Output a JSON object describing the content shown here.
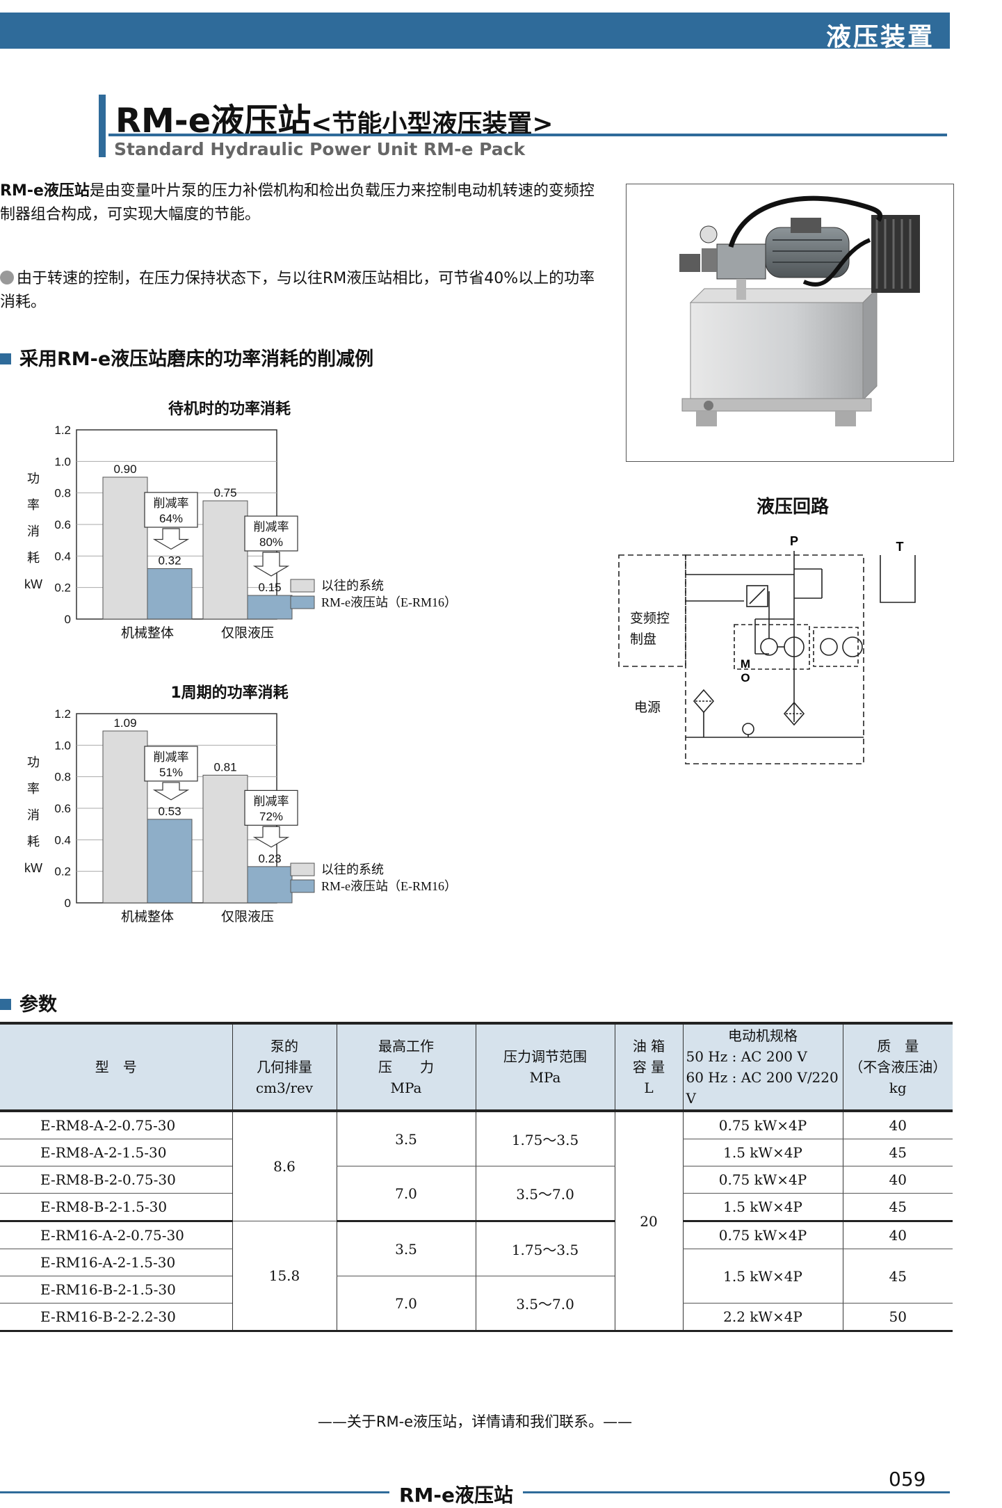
{
  "header": {
    "section_label": "液压装置"
  },
  "title": {
    "main": "RM-e液压站",
    "main_suffix": "<节能小型液压装置>",
    "subtitle": "Standard Hydraulic Power Unit RM-e Pack"
  },
  "intro": {
    "lead": "RM-e液压站",
    "text": "是由变量叶片泵的压力补偿机构和检出负载压力来控制电动机转速的变频控制器组合构成，可实现大幅度的节能。"
  },
  "bullet": "由于转速的控制，在压力保持状态下，与以往RM液压站相比，可节省40%以上的功率消耗。",
  "section_reduction": "采用RM-e液压站磨床的功率消耗的削减例",
  "section_params": "参数",
  "circuit": {
    "title": "液压回路",
    "label_controller": "变频控制盘",
    "label_power": "电源",
    "label_p": "P",
    "label_t": "T",
    "label_m": "M",
    "label_o": "O"
  },
  "chart_data": [
    {
      "type": "bar",
      "title": "待机时的功率消耗",
      "ylabel": "功率消耗kW",
      "ylim": [
        0,
        1.2
      ],
      "yticks": [
        "0",
        "0.2",
        "0.4",
        "0.6",
        "0.8",
        "1.0",
        "1.2"
      ],
      "categories": [
        "机械整体",
        "仅限液压"
      ],
      "series": [
        {
          "name": "以往的系统",
          "values": [
            0.9,
            0.75
          ],
          "labels": [
            "0.90",
            "0.75"
          ],
          "color": "#dcdcdc"
        },
        {
          "name": "RM-e液压站（E-RM16）",
          "values": [
            0.32,
            0.15
          ],
          "labels": [
            "0.32",
            "0.15"
          ],
          "color": "#8eaec8"
        }
      ],
      "annotations": [
        {
          "label": "削减率",
          "value": "64%"
        },
        {
          "label": "削减率",
          "value": "80%"
        }
      ],
      "legend": "right"
    },
    {
      "type": "bar",
      "title": "1周期的功率消耗",
      "ylabel": "功率消耗kW",
      "ylim": [
        0,
        1.2
      ],
      "yticks": [
        "0",
        "0.2",
        "0.4",
        "0.6",
        "0.8",
        "1.0",
        "1.2"
      ],
      "categories": [
        "机械整体",
        "仅限液压"
      ],
      "series": [
        {
          "name": "以往的系统",
          "values": [
            1.09,
            0.81
          ],
          "labels": [
            "1.09",
            "0.81"
          ],
          "color": "#dcdcdc"
        },
        {
          "name": "RM-e液压站（E-RM16）",
          "values": [
            0.53,
            0.23
          ],
          "labels": [
            "0.53",
            "0.23"
          ],
          "color": "#8eaec8"
        }
      ],
      "annotations": [
        {
          "label": "削减率",
          "value": "51%"
        },
        {
          "label": "削减率",
          "value": "72%"
        }
      ],
      "legend": "right"
    }
  ],
  "table": {
    "headers": {
      "model": "型　号",
      "disp_1": "泵的",
      "disp_2": "几何排量",
      "disp_3": "cm3/rev",
      "press_1": "最高工作",
      "press_2": "压　　力",
      "press_3": "MPa",
      "range_1": "压力调节范围",
      "range_2": "MPa",
      "tank_1": "油 箱",
      "tank_2": "容 量",
      "tank_3": "L",
      "motor_1": "电动机规格",
      "motor_2": "50 Hz : AC 200 V",
      "motor_3": "60 Hz : AC 200 V/220 V",
      "mass_1": "质　量",
      "mass_2": "（不含液压油）",
      "mass_3": "kg"
    },
    "models": [
      "E-RM8-A-2-0.75-30",
      "E-RM8-A-2-1.5-30",
      "E-RM8-B-2-0.75-30",
      "E-RM8-B-2-1.5-30",
      "E-RM16-A-2-0.75-30",
      "E-RM16-A-2-1.5-30",
      "E-RM16-B-2-1.5-30",
      "E-RM16-B-2-2.2-30"
    ],
    "displacement": [
      "8.6",
      "15.8"
    ],
    "max_pressure": [
      "3.5",
      "7.0",
      "3.5",
      "7.0"
    ],
    "range": [
      "1.75～3.5",
      "3.5～7.0",
      "1.75～3.5",
      "3.5～7.0"
    ],
    "tank": "20",
    "motor": [
      "0.75 kW×4P",
      "1.5 kW×4P",
      "0.75 kW×4P",
      "1.5 kW×4P",
      "0.75 kW×4P",
      "1.5 kW×4P",
      "2.2 kW×4P"
    ],
    "mass": [
      "40",
      "45",
      "40",
      "45",
      "40",
      "45",
      "50"
    ]
  },
  "footer": {
    "note": "——关于RM-e液压站，详情请和我们联系。——",
    "product": "RM-e液压站",
    "page": "059"
  }
}
